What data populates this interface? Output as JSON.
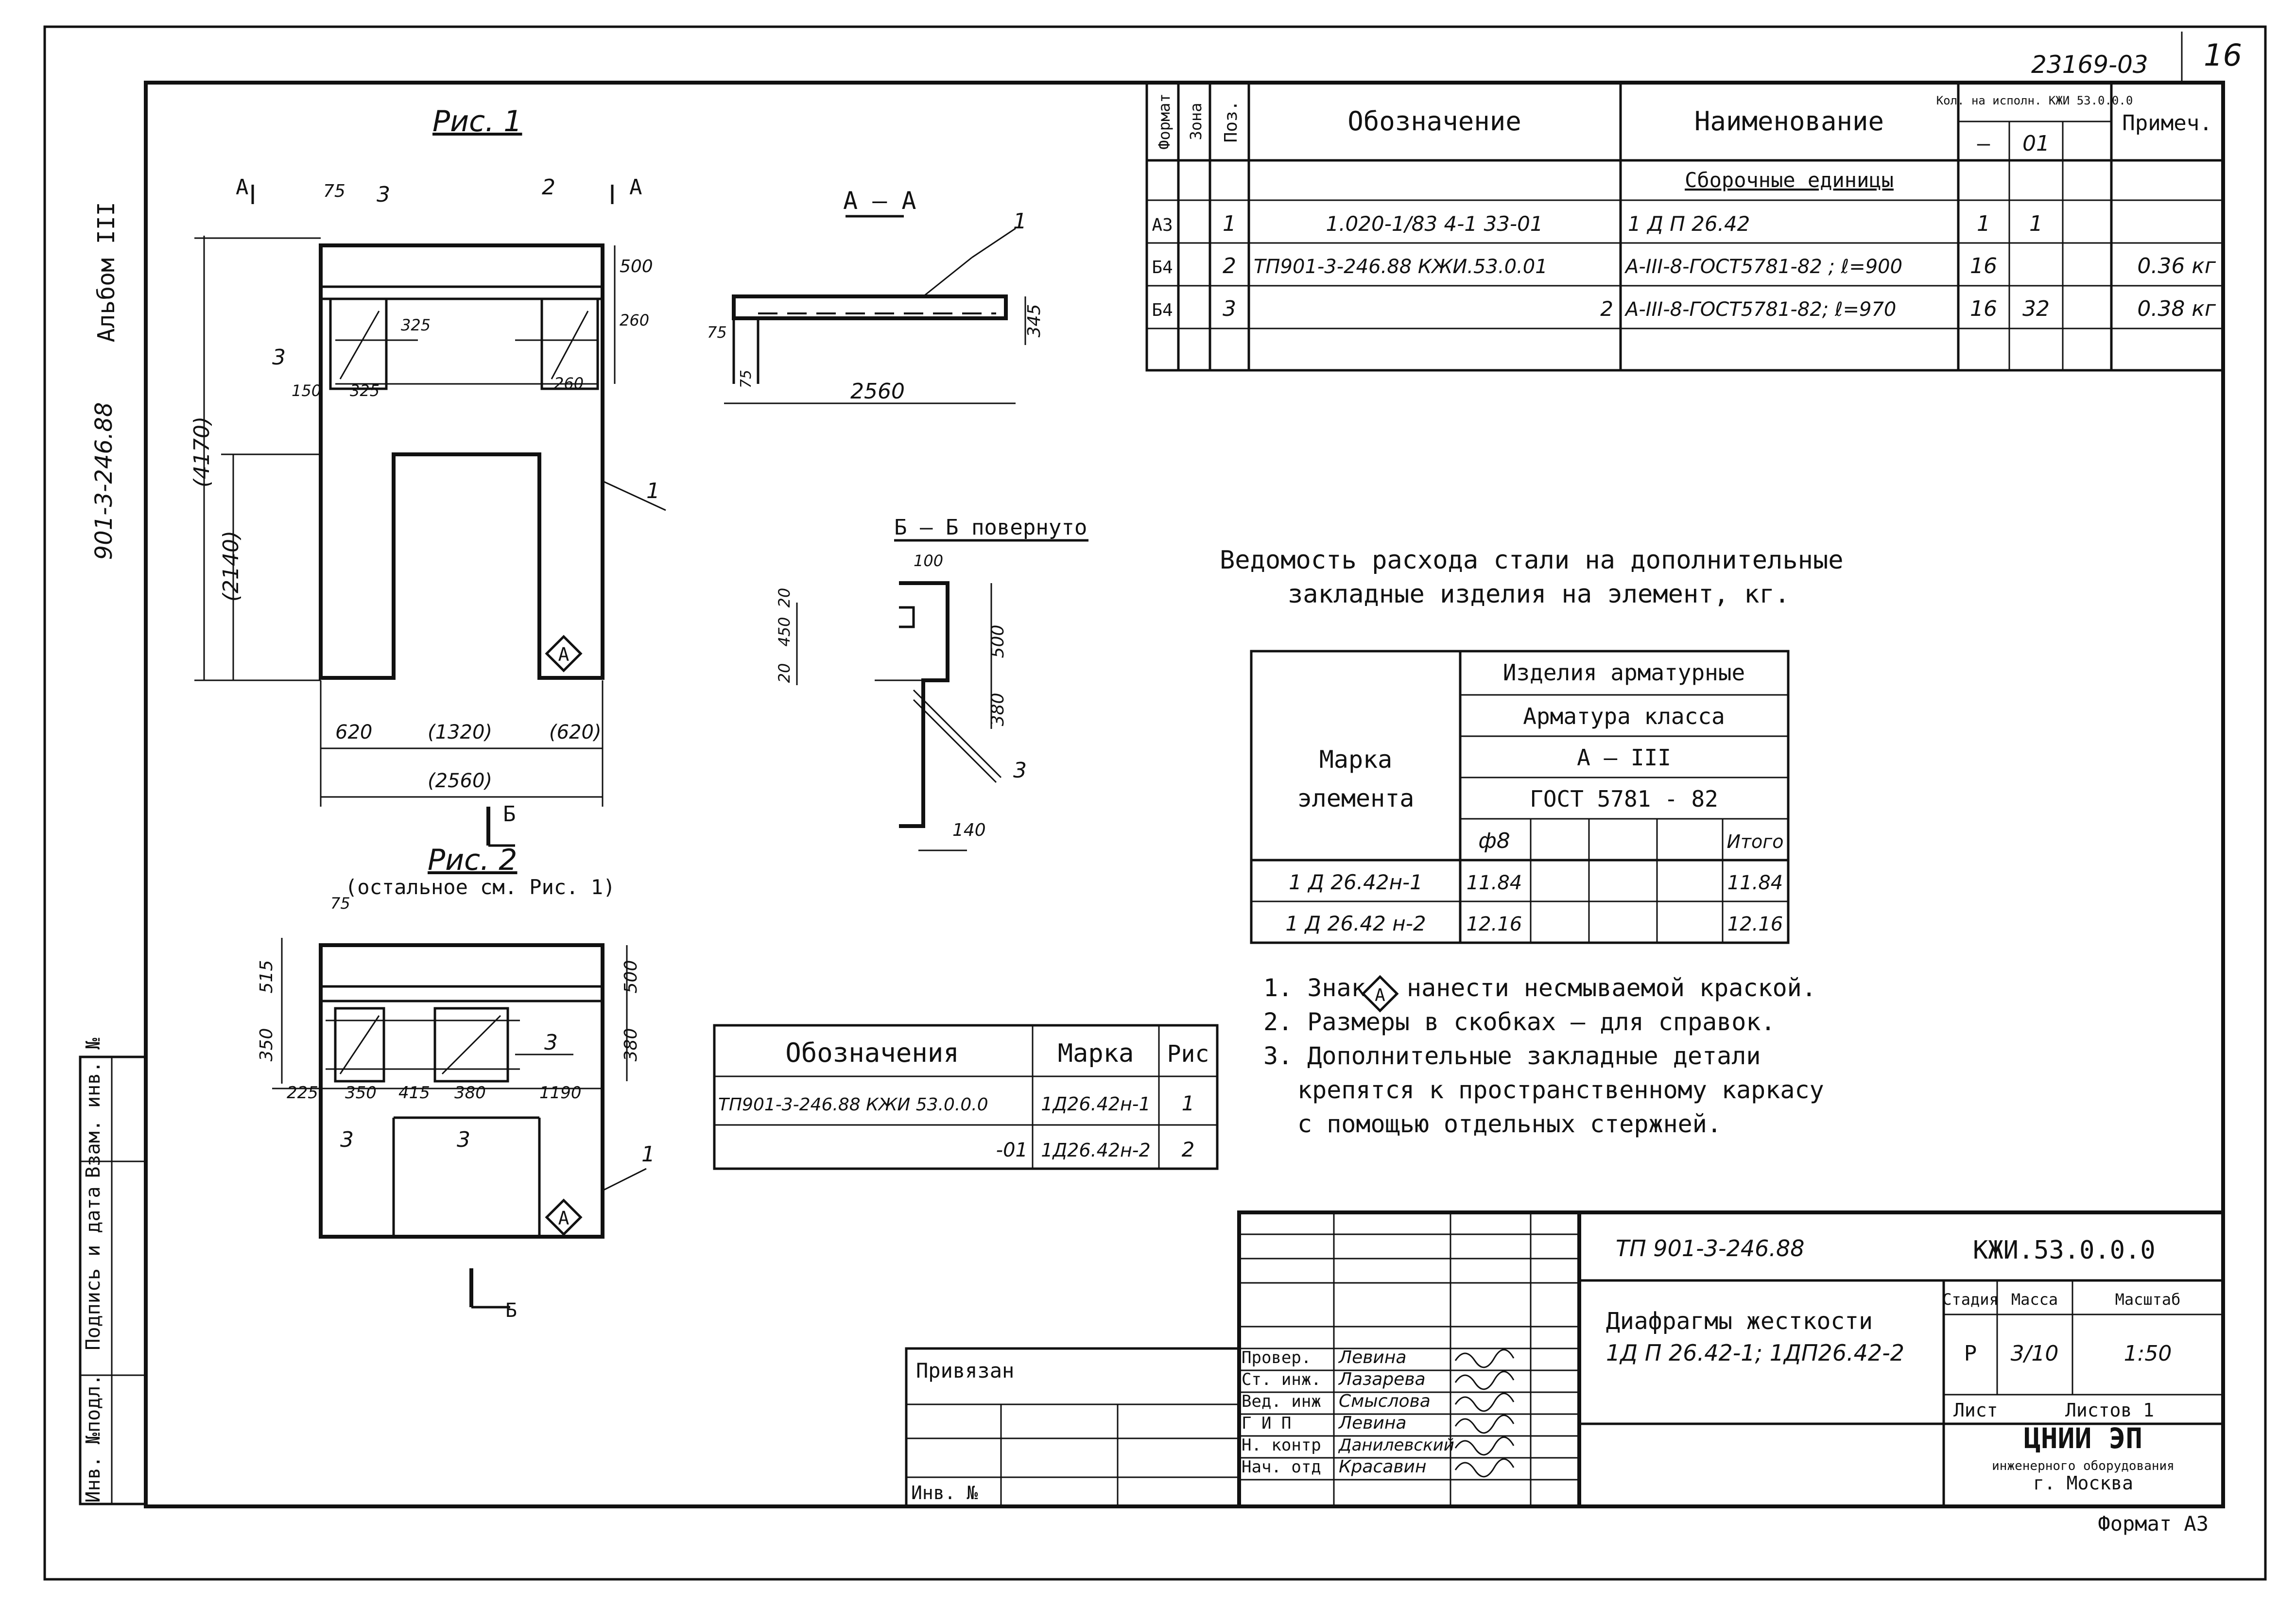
{
  "header": {
    "doc_number": "23169-03",
    "sheet_number": "16",
    "side_album": "Альбом III",
    "side_project": "901-3-246.88"
  },
  "side_stamp": {
    "labels": [
      "Инв. №подл.",
      "Подпись и дата",
      "Взам. инв. №"
    ]
  },
  "spec_table": {
    "headers": {
      "format": "Формат",
      "zone": "Зона",
      "pos": "Поз.",
      "designation": "Обозначение",
      "name": "Наименование",
      "qty": "Кол. на исполн. КЖИ 53.0.0.0",
      "qty_sub": [
        "–",
        "01"
      ],
      "note": "Примеч."
    },
    "section": "Сборочные единицы",
    "rows": [
      {
        "format": "А3",
        "zone": "",
        "pos": "1",
        "designation": "1.020-1/83  4-1  33-01",
        "name": "1 Д П 26.42",
        "q1": "1",
        "q2": "1",
        "note": ""
      },
      {
        "format": "Б4",
        "zone": "",
        "pos": "2",
        "designation": "ТП901-3-246.88  КЖИ.53.0.01",
        "name": "А-III-8-ГОСТ5781-82 ; ℓ=900",
        "q1": "16",
        "q2": "",
        "note": "0.36 кг"
      },
      {
        "format": "Б4",
        "zone": "",
        "pos": "3",
        "designation": "2",
        "name": "А-III-8-ГОСТ5781-82; ℓ=970",
        "q1": "16",
        "q2": "32",
        "note": "0.38 кг"
      }
    ]
  },
  "figures": {
    "fig1_title": "Рис. 1",
    "fig2_title": "Рис. 2",
    "fig2_subtitle": "(остальное см. Рис. 1)",
    "section_aa": "А – А",
    "section_bb": "Б – Б повернуто",
    "cut_a": "А",
    "cut_b": "Б",
    "mark_symbol": "А",
    "fig1_dims": {
      "d75": "75",
      "d500": "500",
      "d260": "260",
      "d325v": "325",
      "d150": "150",
      "d325": "325",
      "d260b": "260",
      "d4170": "(4170)",
      "d2140": "(2140)",
      "d620a": "620",
      "d1320": "(1320)",
      "d620b": "(620)",
      "d2560": "(2560)",
      "c1": "1",
      "c2": "2",
      "c3": "3"
    },
    "aa_dims": {
      "d75": "75",
      "d345": "345",
      "d75b": "75",
      "d2560": "2560",
      "c1": "1"
    },
    "bb_dims": {
      "d100": "100",
      "d20": "20",
      "d450": "450",
      "d20b": "20",
      "d500": "500",
      "d380": "380",
      "d140": "140",
      "c3": "3"
    },
    "fig2_dims": {
      "d75": "75",
      "d515": "515",
      "d350": "350",
      "d500": "500",
      "d380": "380",
      "d225": "225",
      "d350b": "350",
      "d415": "415",
      "d380b": "380",
      "d1190": "1190",
      "c3": "3",
      "c1": "1"
    }
  },
  "steel_title": [
    "Ведомость расхода стали на дополнительные",
    "закладные изделия на элемент, кг."
  ],
  "steel_table": {
    "mark_header": [
      "Марка",
      "элемента"
    ],
    "h1": "Изделия арматурные",
    "h2": "Арматура  класса",
    "h3": "А – III",
    "h4": "ГОСТ  5781 - 82",
    "col_d8": "ф8",
    "col_total": "Итого",
    "rows": [
      {
        "mark": "1 Д 26.42н-1",
        "d8": "11.84",
        "total": "11.84"
      },
      {
        "mark": "1 Д 26.42 н-2",
        "d8": "12.16",
        "total": "12.16"
      }
    ]
  },
  "notes": [
    "1. Знак",
    "нанести несмываемой краской.",
    "2. Размеры в скобках – для справок.",
    "3. Дополнительные закладные детали",
    "крепятся к пространственному каркасу",
    "с помощью отдельных стержней."
  ],
  "designation_table": {
    "headers": [
      "Обозначения",
      "Марка",
      "Рис"
    ],
    "rows": [
      {
        "designation": "ТП901-3-246.88     КЖИ 53.0.0.0",
        "mark": "1Д26.42н-1",
        "fig": "1"
      },
      {
        "designation": "-01",
        "mark": "1Д26.42н-2",
        "fig": "2"
      }
    ]
  },
  "title_block": {
    "project": "ТП 901-3-246.88",
    "code": "КЖИ.53.0.0.0",
    "title": [
      "Диафрагмы жесткости",
      "1Д П 26.42-1; 1ДП26.42-2"
    ],
    "stage_label": "Стадия",
    "mass_label": "Масса",
    "scale_label": "Масштаб",
    "stage": "Р",
    "mass": "3/10",
    "scale": "1:50",
    "sheet_label": "Лист",
    "sheets_label": "Листов 1",
    "org": [
      "ЦНИИ ЭП",
      "инженерного оборудования",
      "г. Москва"
    ],
    "format": "Формат А3",
    "bound": "Привязан",
    "inv": "Инв. №",
    "staff": [
      {
        "role": "Провер.",
        "name": "Левина"
      },
      {
        "role": "Ст. инж.",
        "name": "Лазарева"
      },
      {
        "role": "Вед. инж",
        "name": "Смыслова"
      },
      {
        "role": "Г И П",
        "name": "Левина"
      },
      {
        "role": "Н. контр",
        "name": "Данилевский"
      },
      {
        "role": "Нач. отд",
        "name": "Красавин"
      }
    ]
  }
}
